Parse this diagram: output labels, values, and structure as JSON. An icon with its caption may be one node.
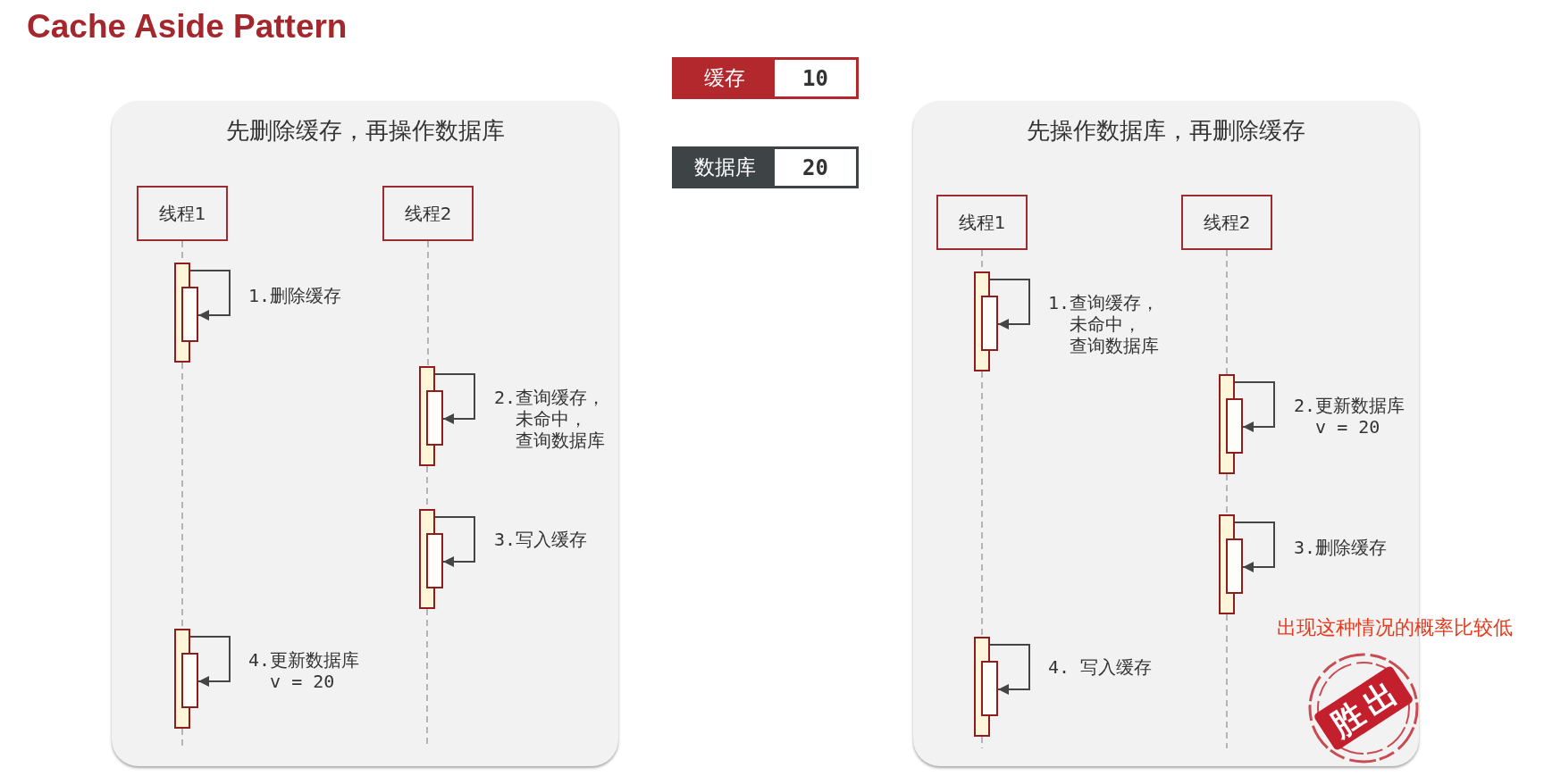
{
  "diagram": {
    "title": "Cache Aside Pattern",
    "nodes": [
      {
        "text": [
          "缓存",
          "10"
        ]
      },
      {
        "text": [
          "数据库",
          "20"
        ]
      },
      {
        "text": [
          "先删除缓存，再操作数据库"
        ]
      },
      {
        "text": [
          "线程1"
        ],
        "in": 2
      },
      {
        "text": [
          "线程2"
        ],
        "in": 2
      },
      {
        "text": [],
        "shape": "bar",
        "in": 2
      },
      {
        "text": [],
        "shape": "bar",
        "in": 2
      },
      {
        "text": [],
        "shape": "bar",
        "in": 2
      },
      {
        "text": [],
        "shape": "bar",
        "in": 2
      },
      {
        "text": [],
        "shape": "bar",
        "in": 2
      },
      {
        "text": [],
        "shape": "bar",
        "in": 2
      },
      {
        "text": [],
        "shape": "bar",
        "in": 2
      },
      {
        "text": [],
        "shape": "bar",
        "in": 2
      },
      {
        "text": [
          "先操作数据库，再删除缓存"
        ]
      },
      {
        "text": [
          "线程1"
        ],
        "in": 13
      },
      {
        "text": [
          "线程2"
        ],
        "in": 13
      },
      {
        "text": [],
        "shape": "bar",
        "in": 13
      },
      {
        "text": [],
        "shape": "bar",
        "in": 13
      },
      {
        "text": [],
        "shape": "bar",
        "in": 13
      },
      {
        "text": [],
        "shape": "bar",
        "in": 13
      },
      {
        "text": [],
        "shape": "bar",
        "in": 13
      },
      {
        "text": [],
        "shape": "bar",
        "in": 13
      },
      {
        "text": [],
        "shape": "bar",
        "in": 13
      },
      {
        "text": [],
        "shape": "bar",
        "in": 13
      }
    ],
    "edges": [
      {
        "from": 3,
        "to": 5,
        "arrow": "none",
        "style": "dashed",
        "color": "#a6a6a6"
      },
      {
        "from": 5,
        "to": 6,
        "arrow": "to",
        "label": "1.删除缓存",
        "color": "#454545"
      },
      {
        "from": 4,
        "to": 7,
        "arrow": "none",
        "style": "dashed",
        "color": "#a6a6a6"
      },
      {
        "from": 7,
        "to": 8,
        "arrow": "to",
        "label": "2.查询缓存，未命中，查询数据库",
        "color": "#454545"
      },
      {
        "from": 7,
        "to": 9,
        "arrow": "none",
        "style": "dashed",
        "color": "#a6a6a6"
      },
      {
        "from": 9,
        "to": 10,
        "arrow": "to",
        "label": "3.写入缓存",
        "color": "#454545"
      },
      {
        "from": 9,
        "to": null,
        "arrow": "none",
        "style": "dashed",
        "color": "#a6a6a6"
      },
      {
        "from": 5,
        "to": 11,
        "arrow": "none",
        "style": "dashed",
        "color": "#a6a6a6"
      },
      {
        "from": 11,
        "to": 12,
        "arrow": "to",
        "label": "4.更新数据库 v = 20",
        "color": "#454545"
      },
      {
        "from": 11,
        "to": null,
        "arrow": "none",
        "style": "dashed",
        "color": "#a6a6a6"
      },
      {
        "from": 14,
        "to": 16,
        "arrow": "none",
        "style": "dashed",
        "color": "#a6a6a6"
      },
      {
        "from": 16,
        "to": 17,
        "arrow": "to",
        "label": "1.查询缓存，未命中，查询数据库",
        "color": "#454545"
      },
      {
        "from": 15,
        "to": 18,
        "arrow": "none",
        "style": "dashed",
        "color": "#a6a6a6"
      },
      {
        "from": 18,
        "to": 19,
        "arrow": "to",
        "label": "2.更新数据库 v = 20",
        "color": "#454545"
      },
      {
        "from": 18,
        "to": 20,
        "arrow": "none",
        "style": "dashed",
        "color": "#a6a6a6"
      },
      {
        "from": 20,
        "to": 21,
        "arrow": "to",
        "label": "3.删除缓存",
        "color": "#454545"
      },
      {
        "from": 20,
        "to": null,
        "arrow": "none",
        "style": "dashed",
        "color": "#a6a6a6"
      },
      {
        "from": 16,
        "to": 22,
        "arrow": "none",
        "style": "dashed",
        "color": "#a6a6a6"
      },
      {
        "from": 22,
        "to": 23,
        "arrow": "to",
        "label": "4. 写入缓存",
        "color": "#454545"
      },
      {
        "from": 22,
        "to": null,
        "arrow": "none",
        "style": "dashed",
        "color": "#a6a6a6"
      }
    ],
    "labels": [
      "出现这种情况的概率比较低",
      "胜出"
    ]
  }
}
